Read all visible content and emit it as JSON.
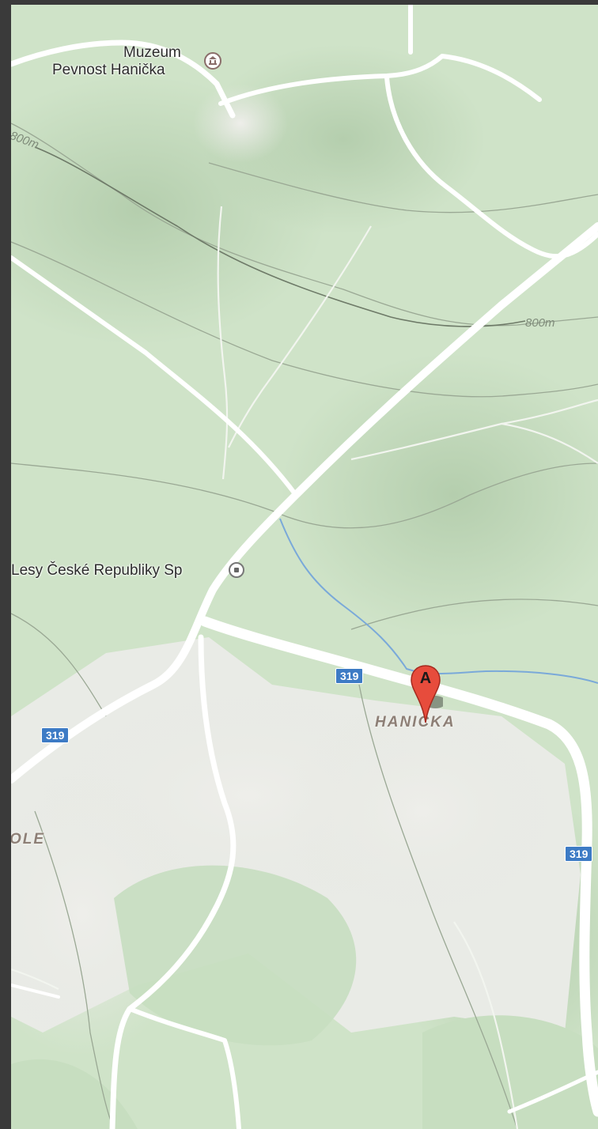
{
  "map": {
    "places": {
      "museum_line1": "Muzeum",
      "museum_line2": "Pevnost Hanička",
      "forest_office": "Lesy České Republiky Sp",
      "village": "HANIČKA",
      "area_partial": "OLE"
    },
    "road_shields": [
      "319",
      "319",
      "319"
    ],
    "contour_labels": [
      "800m",
      "800m"
    ],
    "marker": {
      "letter": "A",
      "color": "#e74c3c"
    },
    "colors": {
      "land": "#cfe3c8",
      "road": "#ffffff",
      "water": "#7aa9d9",
      "shield": "#3d7bc5"
    },
    "icons": [
      "museum-icon",
      "poi-icon",
      "map-pin-icon"
    ]
  }
}
